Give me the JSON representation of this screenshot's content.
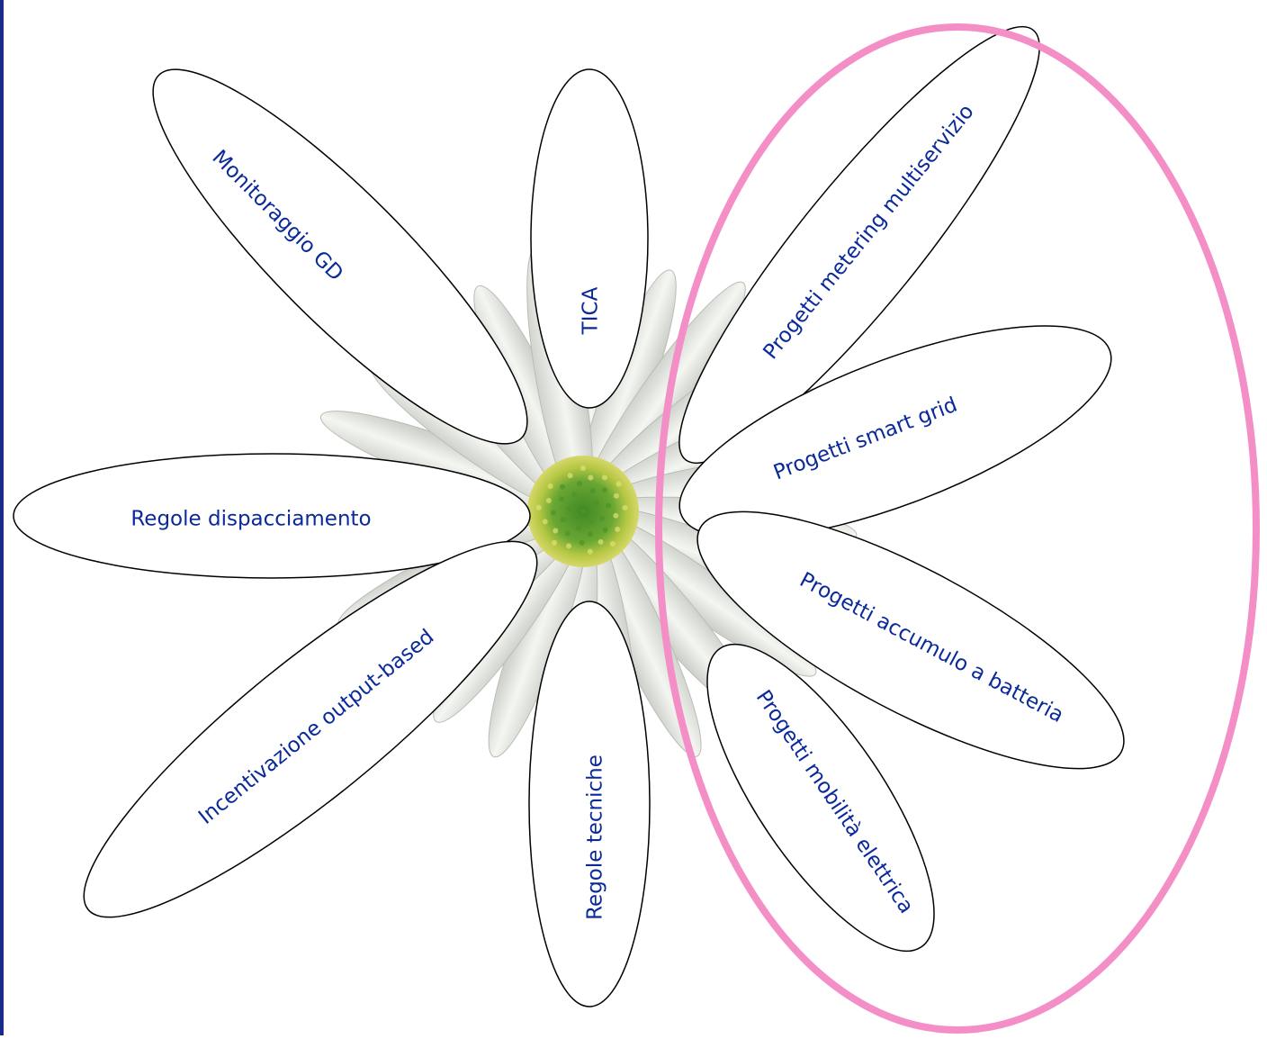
{
  "colors": {
    "label": "#0b2a9a",
    "outline": "#000000",
    "highlight_ring": "#f48ec6",
    "petal_fill": "#ffffff",
    "flower_petal": "#e9ece6",
    "center_outer": "#c9d24a",
    "center_inner": "#5d9e2c"
  },
  "petals": [
    {
      "id": "monitoraggio",
      "label": "Monitoraggio GD"
    },
    {
      "id": "tica",
      "label": "TICA"
    },
    {
      "id": "metering",
      "label": "Progetti  metering multiservizio"
    },
    {
      "id": "smart-grid",
      "label": "Progetti smart grid"
    },
    {
      "id": "dispacciamento",
      "label": "Regole dispacciamento"
    },
    {
      "id": "accumulo",
      "label": "Progetti accumulo a batteria"
    },
    {
      "id": "incentivazione",
      "label": "Incentivazione output-based"
    },
    {
      "id": "regole-tecniche",
      "label": "Regole tecniche"
    },
    {
      "id": "mobilita",
      "label": "Progetti  mobilità elettrica"
    }
  ]
}
